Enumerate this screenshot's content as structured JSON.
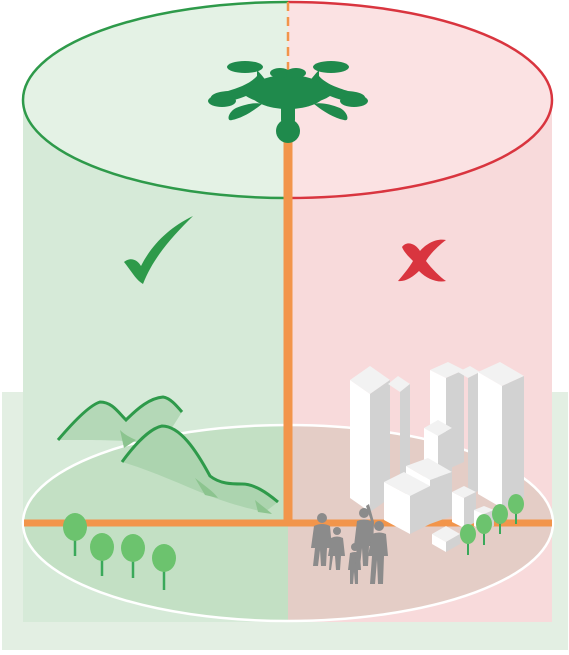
{
  "diagram": {
    "allowed_mark": "check-mark",
    "forbidden_mark": "cross-mark",
    "zones": [
      {
        "name": "allowed-zone",
        "terrain": "mountains-and-trees"
      },
      {
        "name": "forbidden-zone",
        "terrain": "city-buildings-and-people"
      }
    ]
  },
  "colors": {
    "allowed": "#2e9a4a",
    "allowed_fill": "#e3f1e4",
    "forbidden": "#d9353f",
    "forbidden_fill": "#f8dadb",
    "axis": "#f2954b",
    "drone": "#1f8a4c",
    "buildings": "#c9c9c9",
    "people": "#8b8b8b",
    "trees": "#6cc36e"
  }
}
